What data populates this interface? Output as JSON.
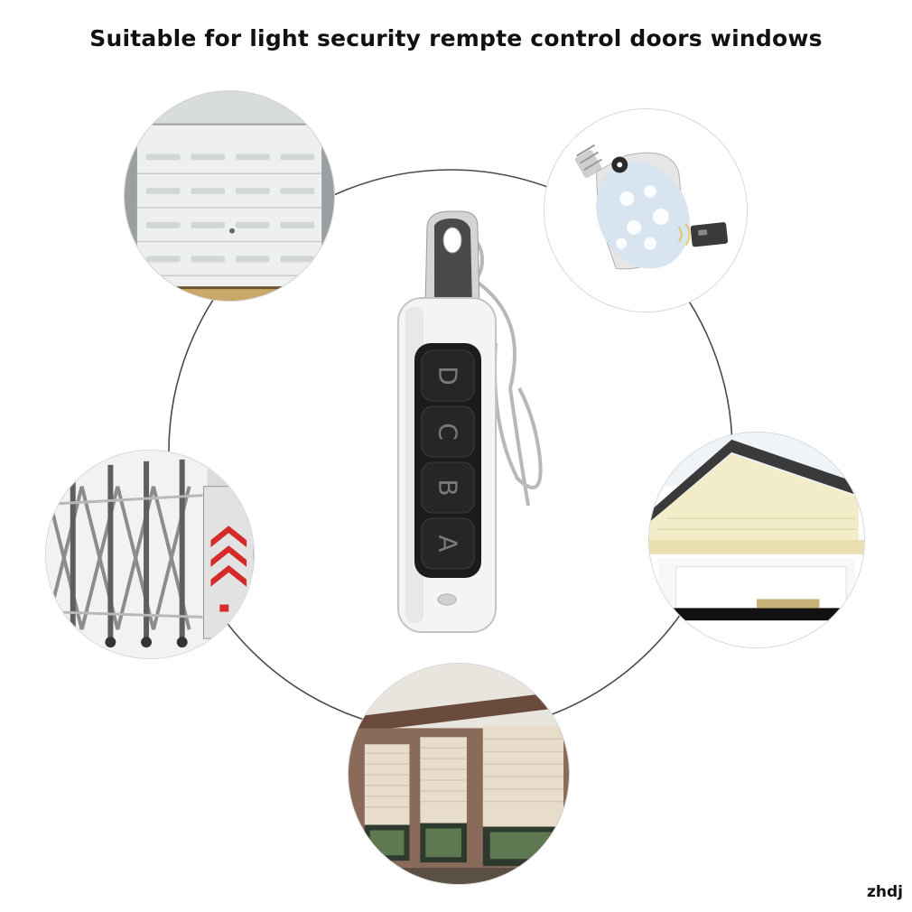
{
  "headline": "Suitable for light security rempte control doors windows",
  "watermark": "zhdj",
  "remote": {
    "buttons": [
      "D",
      "C",
      "B",
      "A"
    ]
  },
  "vignettes": [
    {
      "name": "garage-door-scene"
    },
    {
      "name": "led-bulb-scene"
    },
    {
      "name": "retractable-gate-scene"
    },
    {
      "name": "house-garage-scene"
    },
    {
      "name": "roller-shutter-scene"
    }
  ],
  "colors": {
    "ring": "#4a4a4a",
    "remote_body": "#f4f4f4",
    "remote_buttons": "#1c1c1c",
    "gate_chevron": "#d42a2a"
  }
}
